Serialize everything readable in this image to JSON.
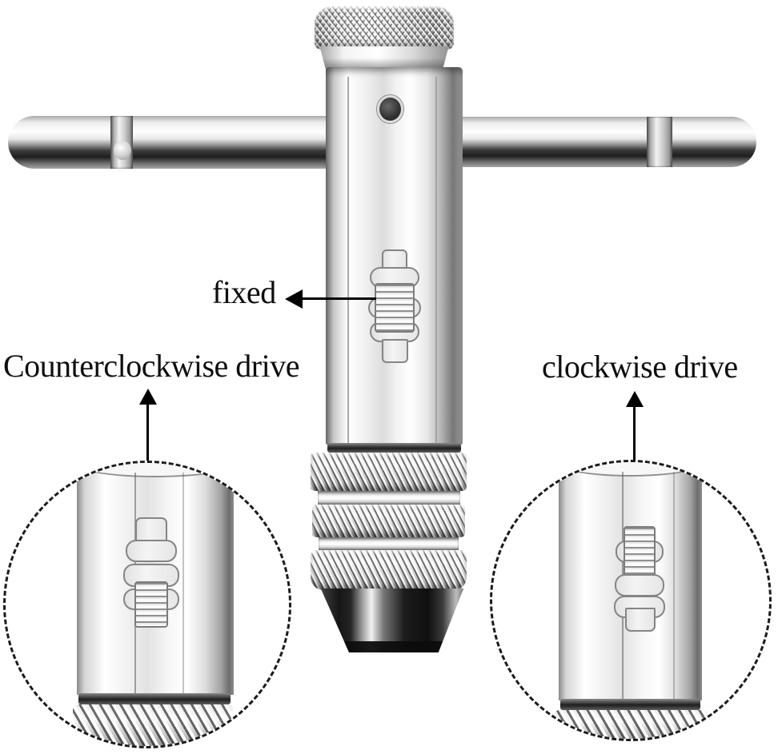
{
  "annotations": {
    "fixed": {
      "label": "fixed",
      "arrow_icon": "arrow-left-icon"
    },
    "counterclockwise": {
      "label": "Counterclockwise drive",
      "arrow_icon": "arrow-up-icon"
    },
    "clockwise": {
      "label": "clockwise drive",
      "arrow_icon": "arrow-up-icon"
    }
  },
  "colors": {
    "background": "#ffffff",
    "annotation_text": "#0e0e0e",
    "arrow": "#000000",
    "callout_border": "#1b1b1b",
    "chrome_highlight": "#ffffff",
    "chrome_light": "#eeeeee",
    "chrome_mid": "#c8c8c8",
    "chrome_shadow": "#7a7a7a",
    "chrome_dark": "#232323"
  }
}
